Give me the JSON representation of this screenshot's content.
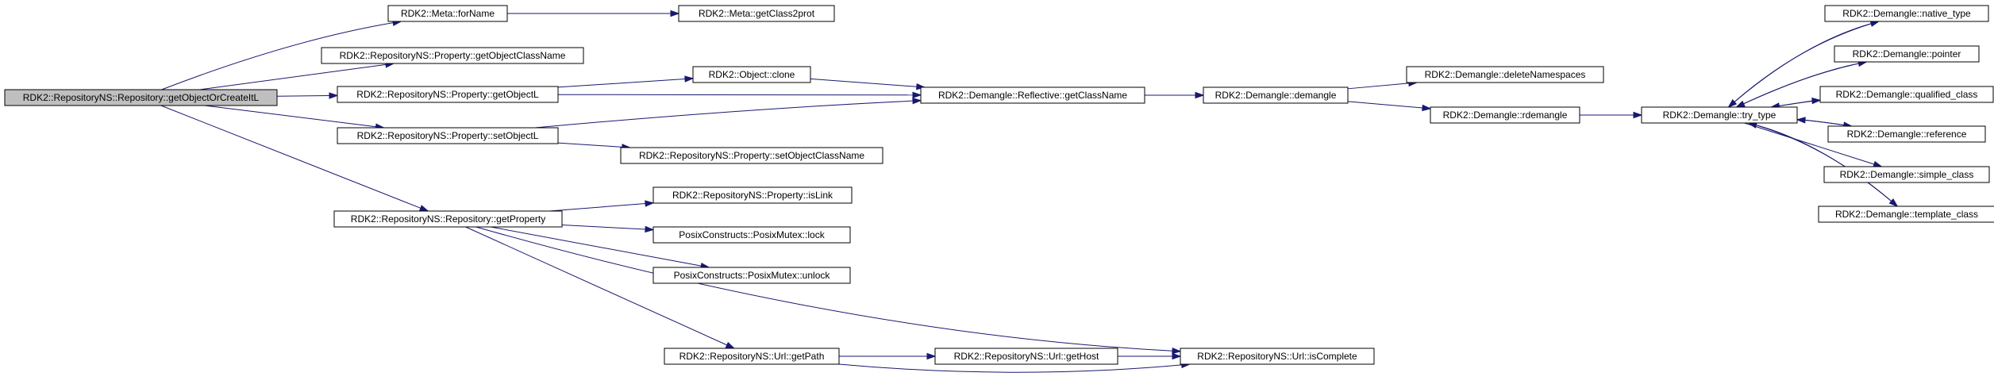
{
  "colors": {
    "edge": "#191970",
    "node_fill": "#ffffff",
    "root_fill": "#bfbfbf",
    "border": "#000000"
  },
  "nodes": [
    {
      "id": "root",
      "label": "RDK2::RepositoryNS::Repository::getObjectOrCreateItL",
      "root": true
    },
    {
      "id": "meta_forName",
      "label": "RDK2::Meta::forName"
    },
    {
      "id": "meta_getClass2prot",
      "label": "RDK2::Meta::getClass2prot"
    },
    {
      "id": "prop_getObjectClassName",
      "label": "RDK2::RepositoryNS::Property::getObjectClassName"
    },
    {
      "id": "prop_getObjectL",
      "label": "RDK2::RepositoryNS::Property::getObjectL"
    },
    {
      "id": "obj_clone",
      "label": "RDK2::Object::clone"
    },
    {
      "id": "refl_getClassName",
      "label": "RDK2::Demangle::Reflective::getClassName"
    },
    {
      "id": "dem_demangle",
      "label": "RDK2::Demangle::demangle"
    },
    {
      "id": "dem_deleteNamespaces",
      "label": "RDK2::Demangle::deleteNamespaces"
    },
    {
      "id": "dem_rdemangle",
      "label": "RDK2::Demangle::rdemangle"
    },
    {
      "id": "dem_try_type",
      "label": "RDK2::Demangle::try_type"
    },
    {
      "id": "dem_native_type",
      "label": "RDK2::Demangle::native_type"
    },
    {
      "id": "dem_pointer",
      "label": "RDK2::Demangle::pointer"
    },
    {
      "id": "dem_qualified_class",
      "label": "RDK2::Demangle::qualified_class"
    },
    {
      "id": "dem_reference",
      "label": "RDK2::Demangle::reference"
    },
    {
      "id": "dem_simple_class",
      "label": "RDK2::Demangle::simple_class"
    },
    {
      "id": "dem_template_class",
      "label": "RDK2::Demangle::template_class"
    },
    {
      "id": "prop_setObjectL",
      "label": "RDK2::RepositoryNS::Property::setObjectL"
    },
    {
      "id": "prop_setObjectClassName",
      "label": "RDK2::RepositoryNS::Property::setObjectClassName"
    },
    {
      "id": "prop_isLink",
      "label": "RDK2::RepositoryNS::Property::isLink"
    },
    {
      "id": "repo_getProperty",
      "label": "RDK2::RepositoryNS::Repository::getProperty"
    },
    {
      "id": "mutex_lock",
      "label": "PosixConstructs::PosixMutex::lock"
    },
    {
      "id": "mutex_unlock",
      "label": "PosixConstructs::PosixMutex::unlock"
    },
    {
      "id": "url_getPath",
      "label": "RDK2::RepositoryNS::Url::getPath"
    },
    {
      "id": "url_getHost",
      "label": "RDK2::RepositoryNS::Url::getHost"
    },
    {
      "id": "url_isComplete",
      "label": "RDK2::RepositoryNS::Url::isComplete"
    }
  ],
  "edges": [
    {
      "from": "root",
      "to": "meta_forName"
    },
    {
      "from": "meta_forName",
      "to": "meta_getClass2prot"
    },
    {
      "from": "root",
      "to": "prop_getObjectClassName"
    },
    {
      "from": "root",
      "to": "prop_getObjectL"
    },
    {
      "from": "prop_getObjectL",
      "to": "obj_clone"
    },
    {
      "from": "prop_getObjectL",
      "to": "refl_getClassName"
    },
    {
      "from": "obj_clone",
      "to": "refl_getClassName"
    },
    {
      "from": "root",
      "to": "prop_setObjectL"
    },
    {
      "from": "prop_setObjectL",
      "to": "refl_getClassName"
    },
    {
      "from": "prop_setObjectL",
      "to": "prop_setObjectClassName"
    },
    {
      "from": "refl_getClassName",
      "to": "dem_demangle"
    },
    {
      "from": "dem_demangle",
      "to": "dem_deleteNamespaces"
    },
    {
      "from": "dem_demangle",
      "to": "dem_rdemangle"
    },
    {
      "from": "dem_rdemangle",
      "to": "dem_try_type"
    },
    {
      "from": "dem_try_type",
      "to": "dem_native_type"
    },
    {
      "from": "dem_native_type",
      "to": "dem_try_type"
    },
    {
      "from": "dem_try_type",
      "to": "dem_pointer"
    },
    {
      "from": "dem_pointer",
      "to": "dem_try_type"
    },
    {
      "from": "dem_try_type",
      "to": "dem_qualified_class"
    },
    {
      "from": "dem_qualified_class",
      "to": "dem_try_type"
    },
    {
      "from": "dem_try_type",
      "to": "dem_reference"
    },
    {
      "from": "dem_reference",
      "to": "dem_try_type"
    },
    {
      "from": "dem_try_type",
      "to": "dem_simple_class"
    },
    {
      "from": "dem_try_type",
      "to": "dem_template_class"
    },
    {
      "from": "dem_template_class",
      "to": "dem_try_type"
    },
    {
      "from": "root",
      "to": "repo_getProperty"
    },
    {
      "from": "repo_getProperty",
      "to": "prop_isLink"
    },
    {
      "from": "repo_getProperty",
      "to": "mutex_lock"
    },
    {
      "from": "repo_getProperty",
      "to": "mutex_unlock"
    },
    {
      "from": "repo_getProperty",
      "to": "url_getPath"
    },
    {
      "from": "repo_getProperty",
      "to": "url_isComplete"
    },
    {
      "from": "url_getPath",
      "to": "url_getHost"
    },
    {
      "from": "url_getPath",
      "to": "url_isComplete"
    },
    {
      "from": "url_getHost",
      "to": "url_isComplete"
    }
  ]
}
